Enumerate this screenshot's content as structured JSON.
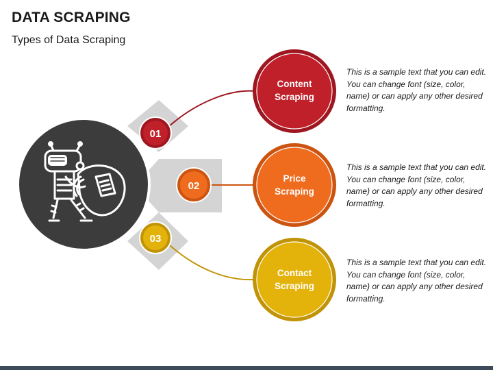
{
  "slide": {
    "title": "DATA SCRAPING",
    "subtitle": "Types of Data Scraping"
  },
  "icons": {
    "central": "robot-carrying-document-sack-icon"
  },
  "colors": {
    "step1": "#c0202a",
    "step1_ring": "#9e1720",
    "step2": "#ef6c1f",
    "step2_ring": "#cc5410",
    "step3": "#e3b30b",
    "step3_ring": "#c19306",
    "hub": "#3c3c3c",
    "connector": "#d4d4d4"
  },
  "steps": [
    {
      "number": "01",
      "label_line1": "Content",
      "label_line2": "Scraping",
      "description": "This is a sample text that you can edit. You can change font (size, color, name) or can apply any other desired formatting."
    },
    {
      "number": "02",
      "label_line1": "Price",
      "label_line2": "Scraping",
      "description": "This is a sample text that you can edit. You can change font (size, color, name) or can apply any other desired formatting."
    },
    {
      "number": "03",
      "label_line1": "Contact",
      "label_line2": "Scraping",
      "description": "This is a sample text that you can edit. You can change font (size, color, name) or can apply any other desired formatting."
    }
  ]
}
